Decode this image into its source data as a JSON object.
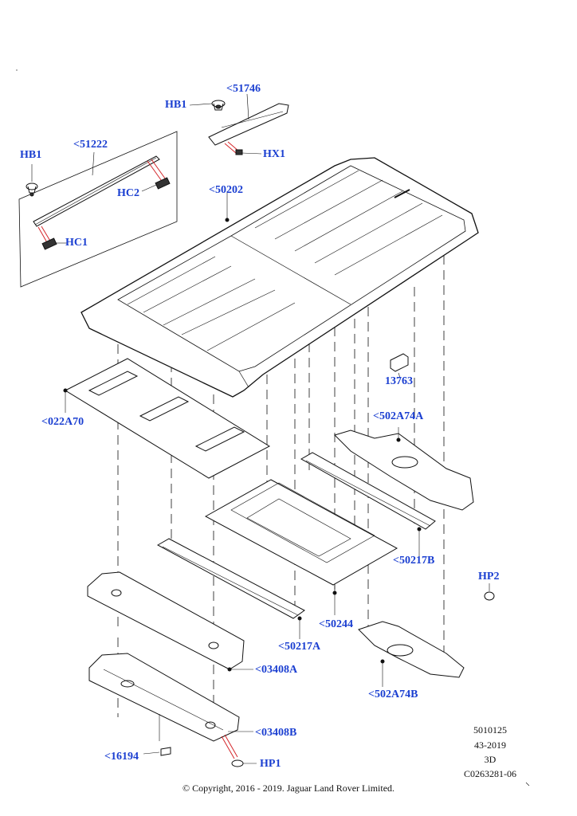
{
  "labels": {
    "p51746": "<51746",
    "hb1_top": "HB1",
    "hx1": "HX1",
    "hb1_left": "HB1",
    "p51222": "<51222",
    "hc2": "HC2",
    "hc1": "HC1",
    "p50202": "<50202",
    "p13763": "13763",
    "p022A70": "<022A70",
    "p502A74A": "<502A74A",
    "p50217B": "<50217B",
    "hp2": "HP2",
    "p50244": "<50244",
    "p50217A": "<50217A",
    "p03408A": "<03408A",
    "p502A74B": "<502A74B",
    "p03408B": "<03408B",
    "p16194": "<16194",
    "hp1": "HP1"
  },
  "meta": {
    "code1": "5010125",
    "code2": "43-2019",
    "code3": "3D",
    "code4": "C0263281-06"
  },
  "copyright": "© Copyright, 2016 - 2019. Jaguar Land Rover Limited.",
  "colors": {
    "label": "#1b3fd1",
    "line": "#111111",
    "accent": "#d4262a"
  }
}
